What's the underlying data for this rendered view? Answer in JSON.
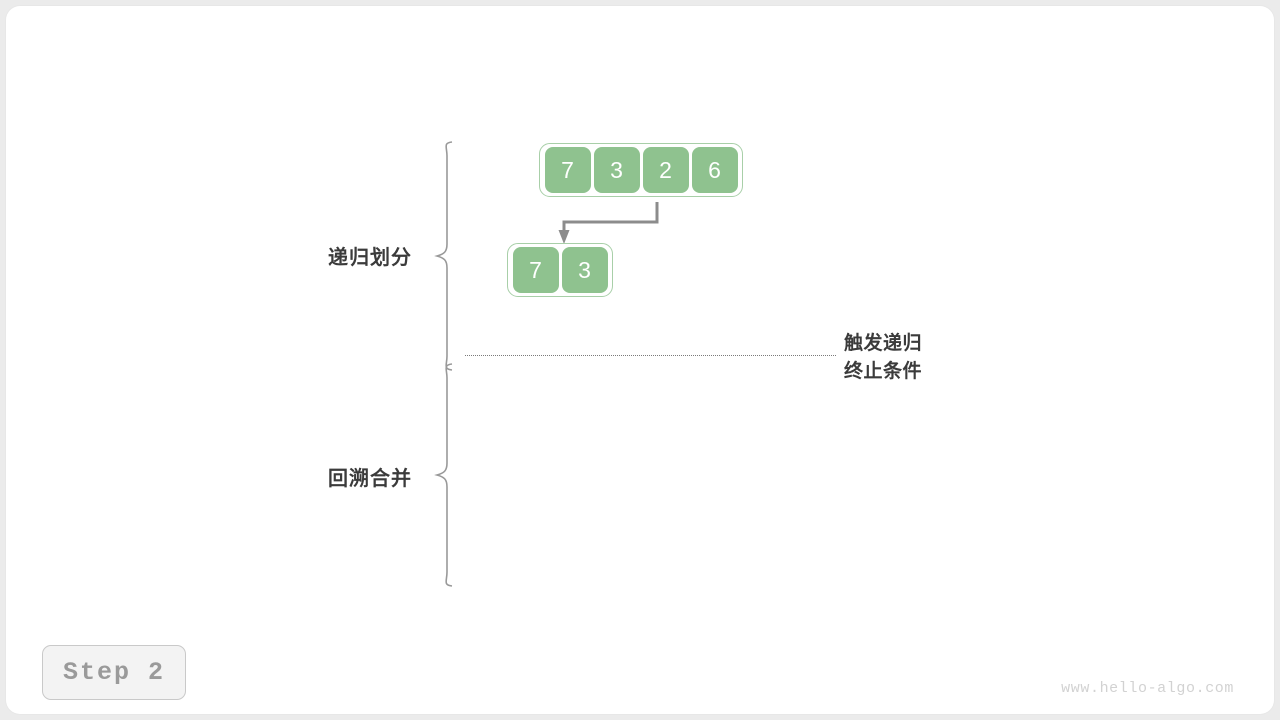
{
  "diagram": {
    "title": "merge-sort-recursive-partition",
    "colors": {
      "cell_fill": "#8fc28f",
      "cell_border": "#a8cfa8",
      "brace_stroke": "#999999",
      "arrow_stroke": "#8c8c8c",
      "divider_stroke": "#7a7a7a",
      "label_text": "#3b3b3b",
      "badge_text": "#9a9a9a",
      "watermark_text": "#d2d2d2",
      "background": "#ffffff"
    },
    "sections": [
      {
        "id": "divide",
        "label": "递归划分"
      },
      {
        "id": "merge",
        "label": "回溯合并"
      }
    ],
    "arrays": [
      {
        "id": "array-level-0",
        "values": [
          "7",
          "3",
          "2",
          "6"
        ]
      },
      {
        "id": "array-level-1",
        "values": [
          "7",
          "3"
        ]
      }
    ],
    "annotation": {
      "line1": "触发递归",
      "line2": "终止条件"
    },
    "step_badge": "Step 2",
    "watermark": "www.hello-algo.com"
  }
}
